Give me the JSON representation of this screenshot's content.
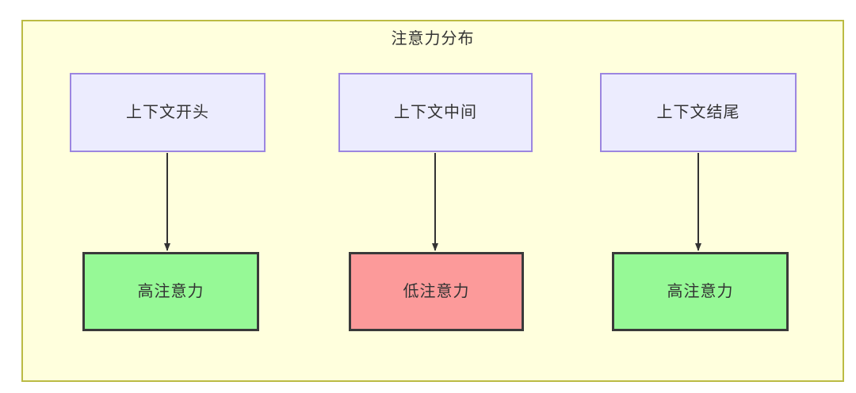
{
  "diagram": {
    "type": "flowchart",
    "title": "注意力分布",
    "container": {
      "fill_color": "#ffffdd",
      "border_color": "#bbbb44"
    },
    "nodes": [
      {
        "id": "ctx-start",
        "label": "上下文开头",
        "group": "context",
        "fill_color": "#ececfe",
        "border_color": "#9c86e0"
      },
      {
        "id": "ctx-middle",
        "label": "上下文中间",
        "group": "context",
        "fill_color": "#ececfe",
        "border_color": "#9c86e0"
      },
      {
        "id": "ctx-end",
        "label": "上下文结尾",
        "group": "context",
        "fill_color": "#ececfe",
        "border_color": "#9c86e0"
      },
      {
        "id": "attn-high-left",
        "label": "高注意力",
        "group": "attention",
        "fill_color": "#96f996",
        "border_color": "#3a3a3a"
      },
      {
        "id": "attn-low-middle",
        "label": "低注意力",
        "group": "attention",
        "fill_color": "#fc9a9a",
        "border_color": "#3a3a3a"
      },
      {
        "id": "attn-high-right",
        "label": "高注意力",
        "group": "attention",
        "fill_color": "#96f996",
        "border_color": "#3a3a3a"
      }
    ],
    "edges": [
      {
        "id": "edge-start-high",
        "from": "ctx-start",
        "to": "attn-high-left",
        "label": ""
      },
      {
        "id": "edge-middle-low",
        "from": "ctx-middle",
        "to": "attn-low-middle",
        "label": ""
      },
      {
        "id": "edge-end-high",
        "from": "ctx-end",
        "to": "attn-high-right",
        "label": ""
      }
    ],
    "edge_color": "#333333"
  }
}
